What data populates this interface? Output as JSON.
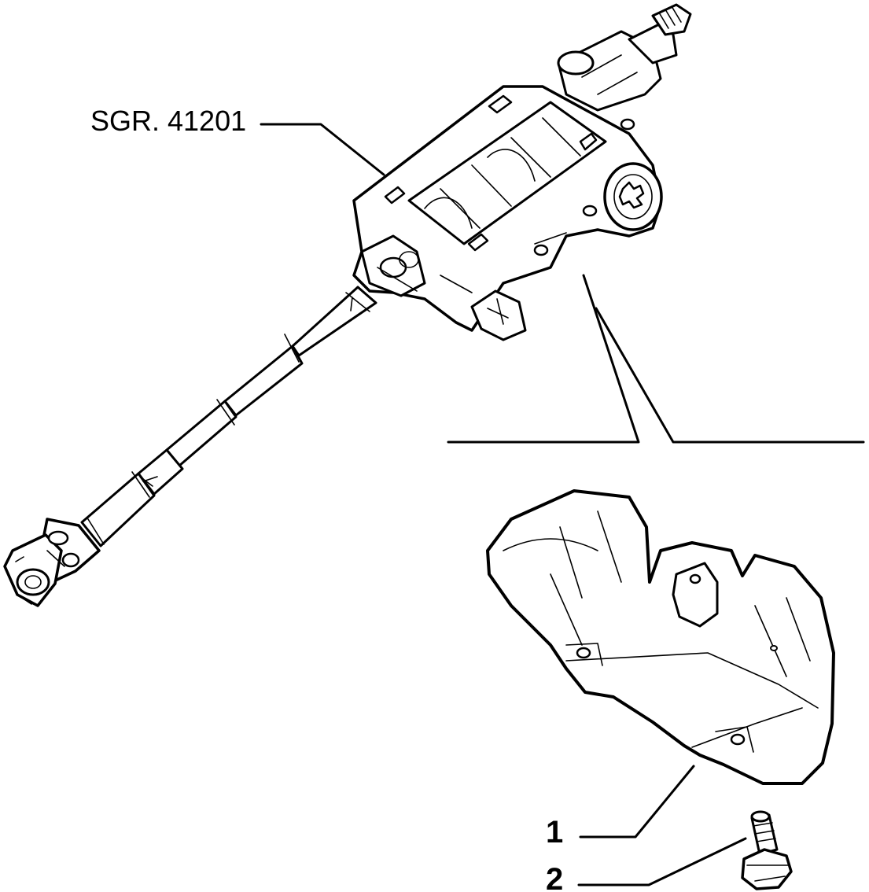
{
  "labels": {
    "reference": "SGR. 41201",
    "part_1": "1",
    "part_2": "2"
  },
  "colors": {
    "line": "#000000",
    "background": "#ffffff"
  }
}
